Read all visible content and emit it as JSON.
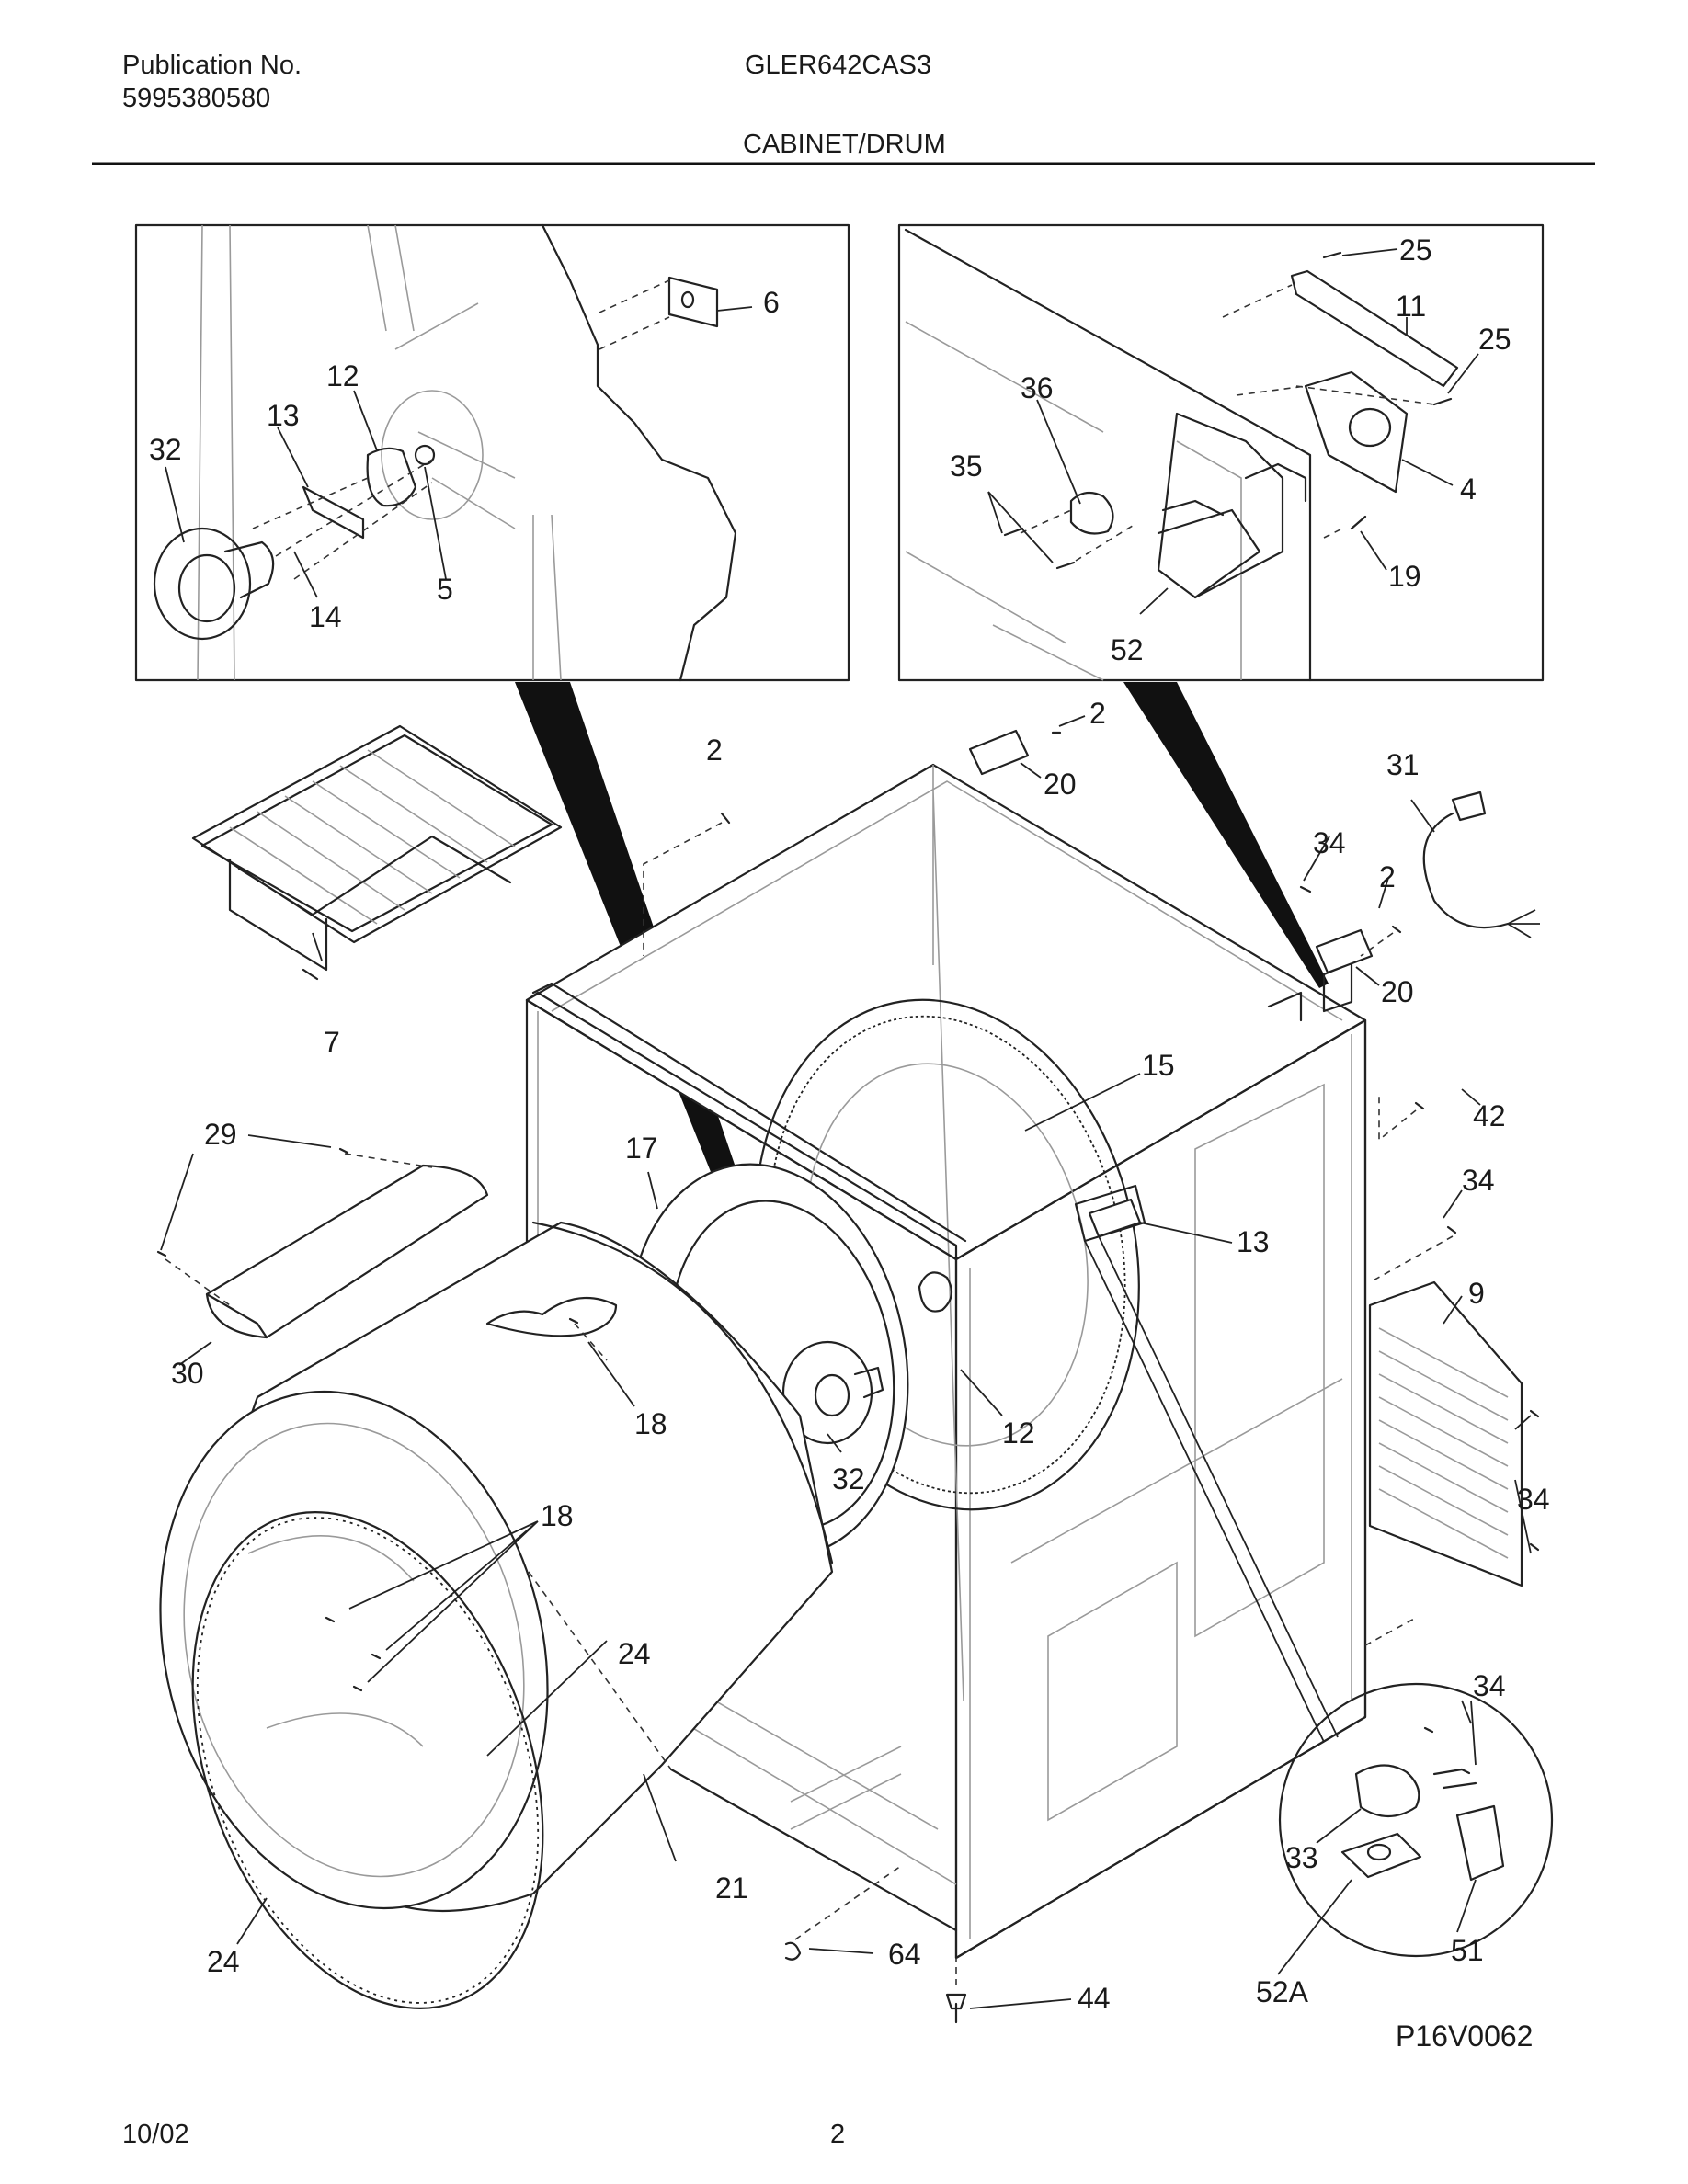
{
  "header": {
    "publication_label": "Publication No.",
    "publication_number": "5995380580",
    "model": "GLER642CAS3",
    "section_title": "CABINET/DRUM"
  },
  "diagram": {
    "drawing_code": "P16V0062",
    "callouts": {
      "inset_left": [
        "6",
        "12",
        "13",
        "32",
        "14",
        "5"
      ],
      "inset_right": [
        "25",
        "11",
        "25",
        "36",
        "35",
        "4",
        "19",
        "52"
      ],
      "main": [
        "2",
        "2",
        "20",
        "31",
        "34",
        "2",
        "20",
        "7",
        "15",
        "42",
        "29",
        "17",
        "34",
        "13",
        "9",
        "30",
        "18",
        "12",
        "32",
        "34",
        "18",
        "24",
        "34",
        "21",
        "24",
        "64",
        "44"
      ],
      "inset_circle": [
        "33",
        "51",
        "52A"
      ]
    }
  },
  "footer": {
    "date": "10/02",
    "page": "2"
  }
}
